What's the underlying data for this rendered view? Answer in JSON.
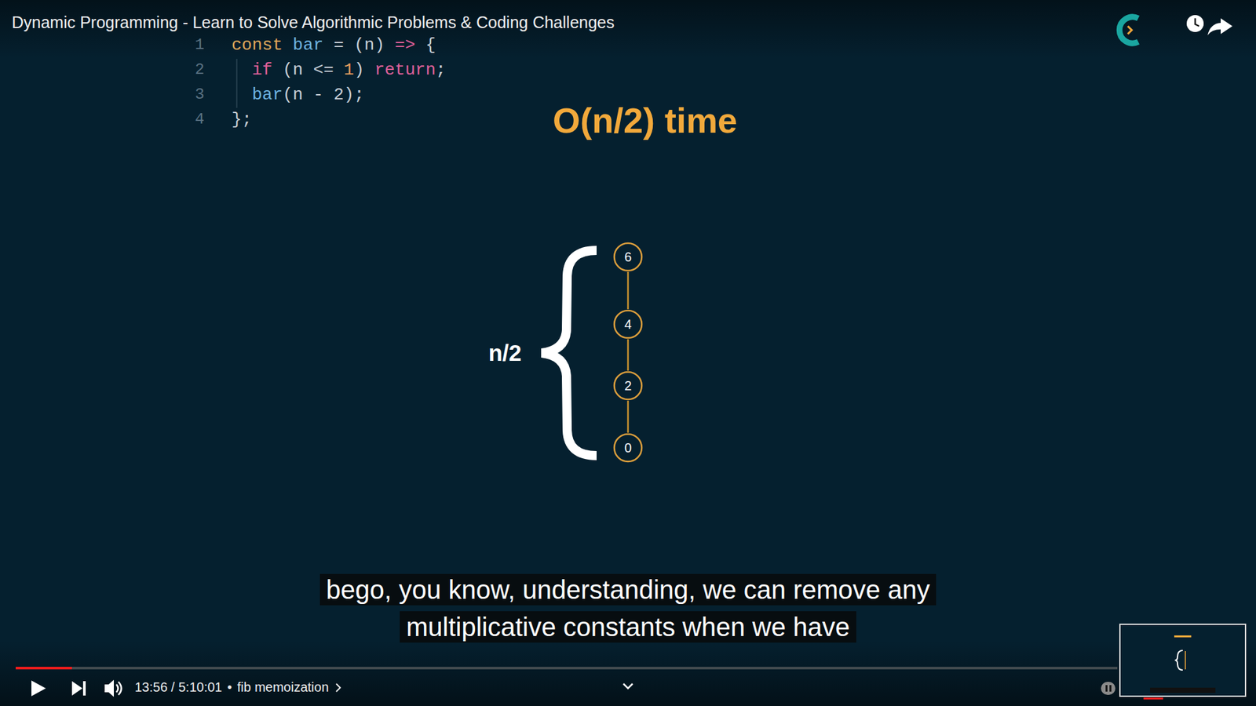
{
  "diagram": {
    "title": "Dynamic Programming - Learn to Solve Algorithmic Problems & Coding Challenges",
    "caption": "bego, you know, understanding, we can remove any multiplicative constants when we have",
    "nodes": [
      {
        "text": [
          "6"
        ]
      },
      {
        "text": [
          "4"
        ]
      },
      {
        "text": [
          "2"
        ]
      },
      {
        "text": [
          "0"
        ]
      }
    ],
    "edges": [
      {
        "from": 0,
        "to": 1,
        "arrow": "none"
      },
      {
        "from": 1,
        "to": 2,
        "arrow": "none"
      },
      {
        "from": 2,
        "to": 3,
        "arrow": "none"
      }
    ],
    "labels": [
      "1",
      "2",
      "3",
      "4",
      "const",
      "bar",
      "=",
      "(n)",
      "=>",
      "{",
      "if",
      "(n <=",
      "1",
      ")",
      "return",
      ";",
      "bar",
      "(n - 2);",
      "};",
      "O(n/2) time",
      "n/2",
      "13:56 / 5:10:01",
      "•",
      "fib memoization"
    ]
  }
}
